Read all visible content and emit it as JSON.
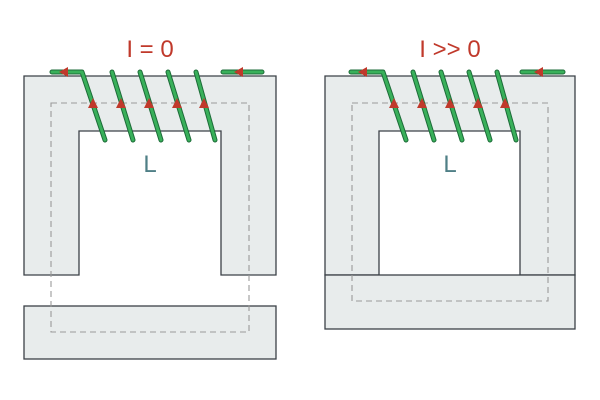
{
  "colors": {
    "current_label": "#c0392b",
    "inductance_label": "#4f7f86",
    "core_fill": "#e8ecec",
    "core_stroke": "#3b4147",
    "wire": "#39b05a",
    "arrow": "#c0392b"
  },
  "panels": [
    {
      "id": "open-core",
      "current_label": "I = 0",
      "inductance_label": "L",
      "armature_state": "detached",
      "turns": 5
    },
    {
      "id": "closed-core",
      "current_label": "I >> 0",
      "inductance_label": "L",
      "armature_state": "attached",
      "turns": 5
    }
  ]
}
